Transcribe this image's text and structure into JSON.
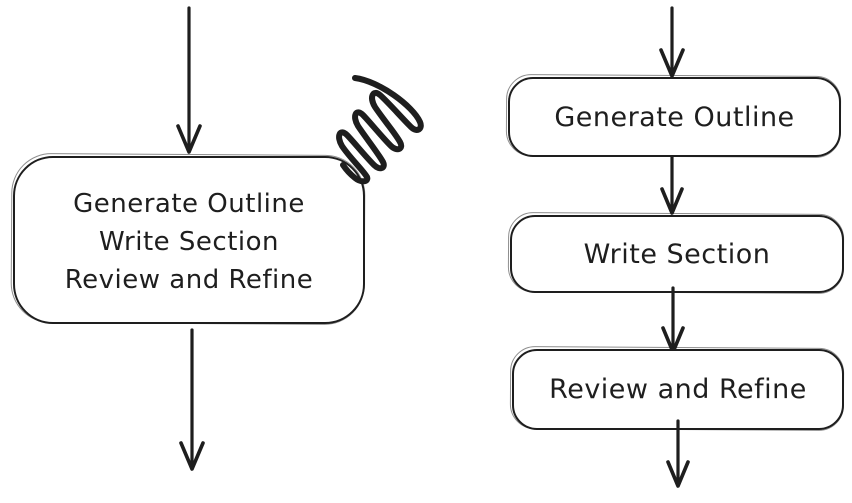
{
  "colors": {
    "background": "#ffffff",
    "stroke": "#1e1e1e"
  },
  "left_diagram": {
    "node_lines": [
      "Generate Outline",
      "Write Section",
      "Review and Refine"
    ]
  },
  "right_diagram": {
    "steps": [
      {
        "label": "Generate Outline"
      },
      {
        "label": "Write Section"
      },
      {
        "label": "Review and Refine"
      }
    ]
  }
}
